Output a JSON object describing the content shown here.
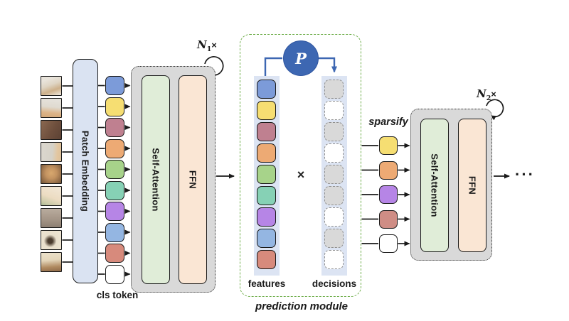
{
  "input_patches": [
    "cat-patch-1",
    "cat-patch-2",
    "cat-patch-3",
    "cat-patch-4",
    "cat-patch-5",
    "cat-patch-6",
    "cat-patch-7",
    "cat-patch-8",
    "cat-patch-9"
  ],
  "cls_token_label": "cls token",
  "patch_embedding_label": "Patch Embedding",
  "embed_tokens": [
    "#7C9BD9",
    "#F6DE72",
    "#BF8090",
    "#EDAA74",
    "#A7D38A",
    "#86D1B5",
    "#B685E6",
    "#94B6E2",
    "#D78A7C",
    "#FFFFFF"
  ],
  "block1": {
    "self_attention_label": "Self-Attention",
    "ffn_label": "FFN",
    "repeat": {
      "base": "N",
      "sub": "1",
      "times": "×"
    }
  },
  "prediction_module": {
    "label": "prediction module",
    "p_symbol": "P",
    "multiply_symbol": "×",
    "features_label": "features",
    "feature_tokens": [
      "#7C9BD9",
      "#F6DE72",
      "#BF8090",
      "#EDAA74",
      "#A7D38A",
      "#86D1B5",
      "#B685E6",
      "#94B6E2",
      "#D78A7C"
    ],
    "decisions_label": "decisions",
    "decision_tokens": [
      "drop",
      "keep",
      "drop",
      "keep",
      "drop",
      "drop",
      "keep",
      "drop",
      "keep"
    ]
  },
  "sparsify": {
    "label": "sparsify",
    "tokens": [
      "#F6DE72",
      "#EDAA74",
      "#B685E6",
      "#CF8D85",
      "#FFFFFF"
    ]
  },
  "block2": {
    "self_attention_label": "Self-Attention",
    "ffn_label": "FFN",
    "repeat": {
      "base": "N",
      "sub": "2",
      "times": "×"
    }
  },
  "ellipsis": "···",
  "colors": {
    "accent_blue": "#3D67B2",
    "dashed_green": "#6FAE4B",
    "block_gray": "#D9D9D9",
    "self_attention_fill": "#E0EDD8",
    "ffn_fill": "#FAE6D4",
    "patch_embedding_fill": "#DAE3F2",
    "strip_fill": "#DCE4F3",
    "decision_keep": "#FFFFFF",
    "decision_drop": "#D9D9D9"
  }
}
